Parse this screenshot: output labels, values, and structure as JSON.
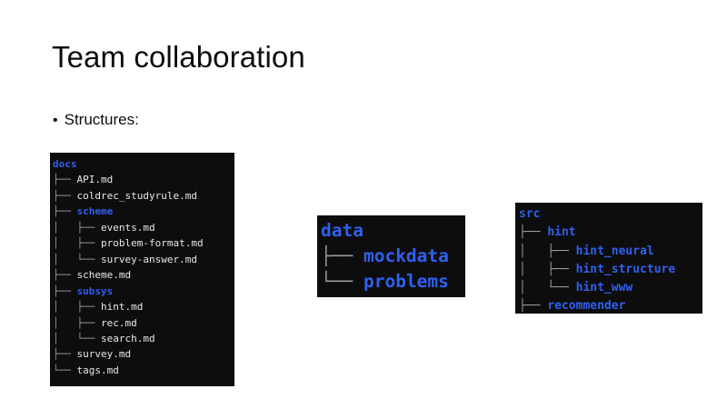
{
  "slide": {
    "title": "Team collaboration",
    "bullet_marker": "•",
    "bullet_text": "Structures:"
  },
  "colors": {
    "background": "#ffffff",
    "terminal_background": "#0d0d0d",
    "directory_blue": "#2f60ef",
    "file_white": "#e8e8e8",
    "branch_grey": "#9a9a9a",
    "text_dark": "#0d0d0d"
  },
  "trees": {
    "docs": {
      "root": "docs",
      "lines": [
        {
          "branch": "",
          "name": "docs",
          "type": "dir"
        },
        {
          "branch": "├── ",
          "name": "API.md",
          "type": "file"
        },
        {
          "branch": "├── ",
          "name": "coldrec_studyrule.md",
          "type": "file"
        },
        {
          "branch": "├── ",
          "name": "scheme",
          "type": "dir"
        },
        {
          "branch": "│   ├── ",
          "name": "events.md",
          "type": "file"
        },
        {
          "branch": "│   ├── ",
          "name": "problem-format.md",
          "type": "file"
        },
        {
          "branch": "│   └── ",
          "name": "survey-answer.md",
          "type": "file"
        },
        {
          "branch": "├── ",
          "name": "scheme.md",
          "type": "file"
        },
        {
          "branch": "├── ",
          "name": "subsys",
          "type": "dir"
        },
        {
          "branch": "│   ├── ",
          "name": "hint.md",
          "type": "file"
        },
        {
          "branch": "│   ├── ",
          "name": "rec.md",
          "type": "file"
        },
        {
          "branch": "│   └── ",
          "name": "search.md",
          "type": "file"
        },
        {
          "branch": "├── ",
          "name": "survey.md",
          "type": "file"
        },
        {
          "branch": "└── ",
          "name": "tags.md",
          "type": "file"
        }
      ]
    },
    "data": {
      "root": "data",
      "lines": [
        {
          "branch": "",
          "name": "data",
          "type": "dir"
        },
        {
          "branch": "├── ",
          "name": "mockdata",
          "type": "dir"
        },
        {
          "branch": "└── ",
          "name": "problems",
          "type": "dir"
        }
      ]
    },
    "src": {
      "root": "src",
      "lines": [
        {
          "branch": "",
          "name": "src",
          "type": "dir"
        },
        {
          "branch": "├── ",
          "name": "hint",
          "type": "dir"
        },
        {
          "branch": "│   ├── ",
          "name": "hint_neural",
          "type": "dir"
        },
        {
          "branch": "│   ├── ",
          "name": "hint_structure",
          "type": "dir"
        },
        {
          "branch": "│   └── ",
          "name": "hint_www",
          "type": "dir"
        },
        {
          "branch": "├── ",
          "name": "recommender",
          "type": "dir"
        }
      ]
    }
  }
}
